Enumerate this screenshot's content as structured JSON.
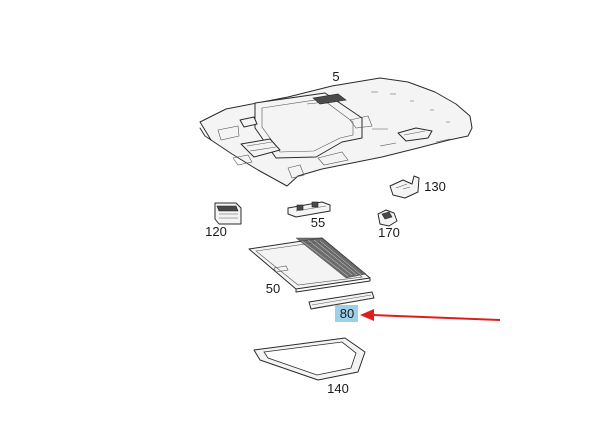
{
  "diagram": {
    "parts": [
      {
        "id": "5",
        "label": "5"
      },
      {
        "id": "130",
        "label": "130"
      },
      {
        "id": "55",
        "label": "55"
      },
      {
        "id": "120",
        "label": "120"
      },
      {
        "id": "170",
        "label": "170"
      },
      {
        "id": "50",
        "label": "50"
      },
      {
        "id": "80",
        "label": "80"
      },
      {
        "id": "140",
        "label": "140"
      }
    ],
    "highlight": {
      "part": "80",
      "fill": "#9fd0ea",
      "arrow_color": "#e01e1e"
    },
    "line_color": "#2b2b2b",
    "background": "#ffffff"
  }
}
